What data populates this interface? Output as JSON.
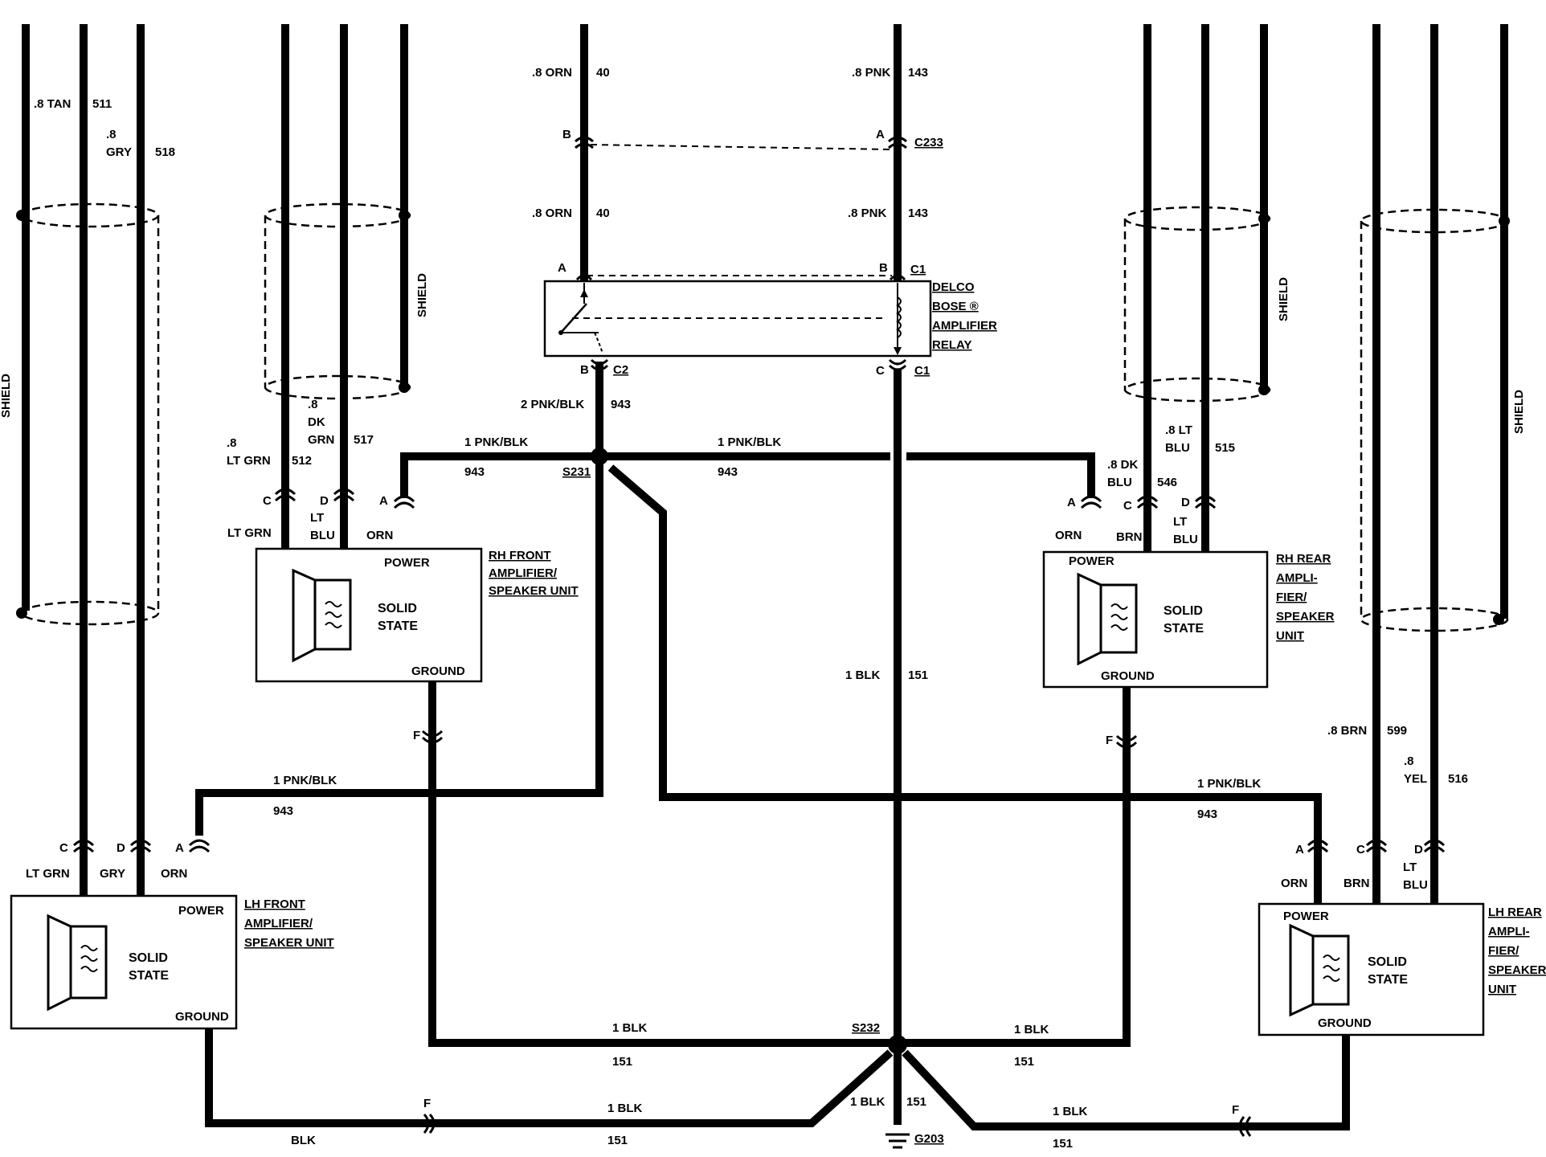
{
  "title": "",
  "wires": {
    "w511": {
      "size_color": ".8 TAN",
      "circuit": "511"
    },
    "w518": {
      "size": ".8",
      "color": "GRY",
      "circuit": "518"
    },
    "w512": {
      "size": ".8",
      "color": "LT GRN",
      "circuit": "512"
    },
    "w517": {
      "size": ".8",
      "color_a": "DK",
      "color_b": "GRN",
      "circuit": "517"
    },
    "w40a": {
      "size_color": ".8 ORN",
      "circuit": "40"
    },
    "w40b": {
      "size_color": ".8 ORN",
      "circuit": "40"
    },
    "w143a": {
      "size_color": ".8 PNK",
      "circuit": "143"
    },
    "w143b": {
      "size_color": ".8 PNK",
      "circuit": "143"
    },
    "w943relay": {
      "size_color": "2 PNK/BLK",
      "circuit": "943"
    },
    "w943left": {
      "size_color": "1 PNK/BLK",
      "circuit": "943"
    },
    "w943right": {
      "size_color": "1 PNK/BLK",
      "circuit": "943"
    },
    "w943lhf": {
      "size_color": "1 PNK/BLK",
      "circuit": "943"
    },
    "w943lhr": {
      "size_color": "1 PNK/BLK",
      "circuit": "943"
    },
    "w515": {
      "size_color": ".8 LT",
      "color_b": "BLU",
      "circuit": "515"
    },
    "w546": {
      "size_color": ".8 DK",
      "color_b": "BLU",
      "circuit": "546"
    },
    "w599": {
      "size_color": ".8 BRN",
      "circuit": "599"
    },
    "w516": {
      "size": ".8",
      "color": "YEL",
      "circuit": "516"
    },
    "w151center": {
      "size_color": "1 BLK",
      "circuit": "151"
    },
    "w151left": {
      "size_color": "1 BLK",
      "circuit": "151"
    },
    "w151right": {
      "size_color": "1 BLK",
      "circuit": "151"
    },
    "w151lhf": {
      "size_color": "1 BLK",
      "circuit": "151"
    },
    "w151lhr": {
      "size_color": "1 BLK",
      "circuit": "151"
    },
    "w151g": {
      "size_color": "1 BLK",
      "circuit": "151"
    },
    "blk": "BLK"
  },
  "connectors": {
    "c233": "C233",
    "c1": "C1",
    "c2": "C2",
    "s231": "S231",
    "s232": "S232",
    "g203": "G203",
    "pinA": "A",
    "pinB": "B",
    "pinC": "C",
    "pinD": "D",
    "pinF": "F"
  },
  "shield": "SHIELD",
  "relay": {
    "line1": "DELCO",
    "line2": "BOSE ®",
    "line3": "AMPLIFIER",
    "line4": "RELAY"
  },
  "units": {
    "rhf": {
      "l1": "RH FRONT",
      "l2": "AMPLIFIER/",
      "l3": "SPEAKER UNIT"
    },
    "rhr": {
      "l1": "RH REAR",
      "l2": "AMPLI-",
      "l3": "FIER/",
      "l4": "SPEAKER",
      "l5": "UNIT"
    },
    "lhf": {
      "l1": "LH FRONT",
      "l2": "AMPLIFIER/",
      "l3": "SPEAKER UNIT"
    },
    "lhr": {
      "l1": "LH REAR",
      "l2": "AMPLI-",
      "l3": "FIER/",
      "l4": "SPEAKER",
      "l5": "UNIT"
    },
    "power": "POWER",
    "ground": "GROUND",
    "solid": "SOLID",
    "state": "STATE"
  },
  "pins": {
    "ltgrn": "LT GRN",
    "lt": "LT",
    "blu": "BLU",
    "orn": "ORN",
    "gry": "GRY",
    "brn": "BRN"
  }
}
